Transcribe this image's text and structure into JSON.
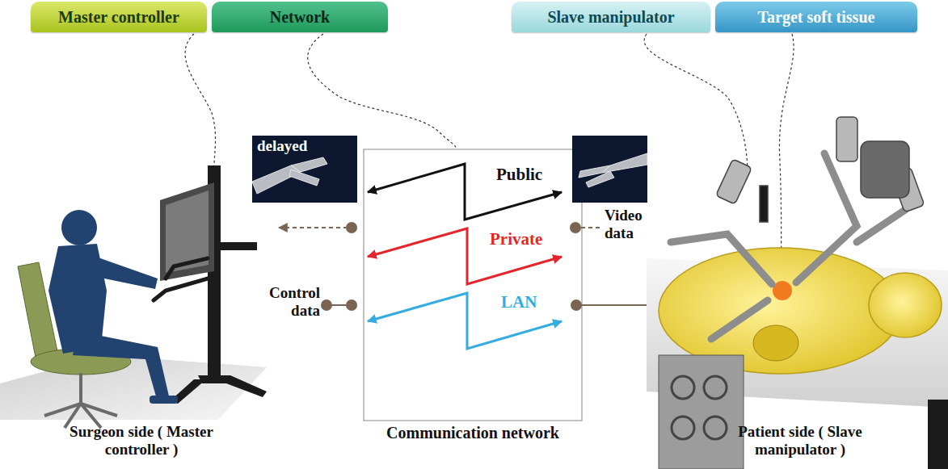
{
  "diagram": {
    "nodes": [
      {
        "text": [
          "Master controller"
        ]
      },
      {
        "text": [
          "Network"
        ]
      },
      {
        "text": [
          "Slave manipulator"
        ]
      },
      {
        "text": [
          "Target soft tissue"
        ]
      },
      {
        "text": [
          "Communication network"
        ]
      }
    ],
    "labels": [
      "delayed",
      "Public",
      "Private",
      "LAN",
      "Video data",
      "Control data",
      "Surgeon side ( Master controller )",
      "Patient side ( Slave manipulator )"
    ]
  }
}
